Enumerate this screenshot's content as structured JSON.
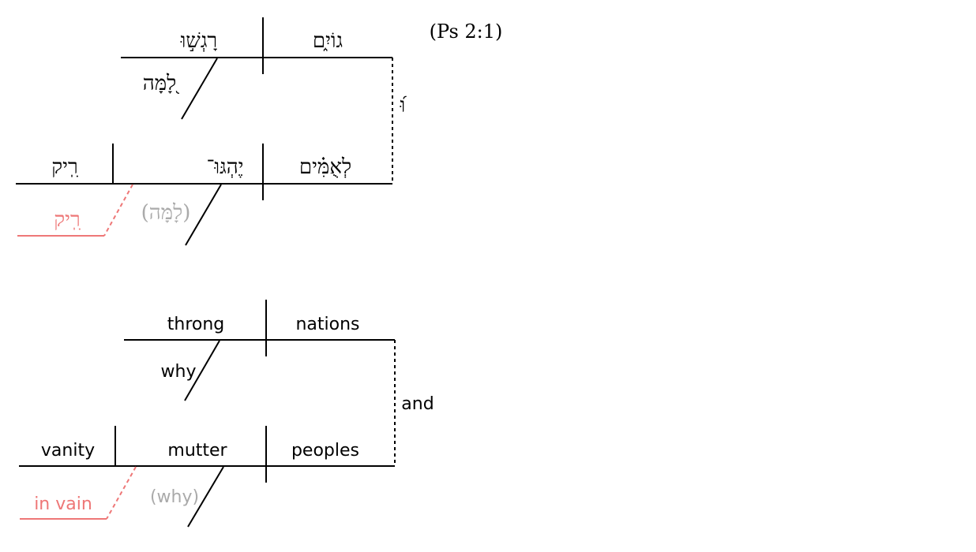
{
  "reference": "(Ps 2:1)",
  "colors": {
    "line": "#000000",
    "implied": "#ee7777",
    "elided": "#aaaaaa"
  },
  "hebrew": {
    "subject_top": "גוֹיִ֑ם",
    "verb_top": "רָגְשׁ֣וּ",
    "modifier_top": "לָ֭מָּה",
    "conjunction": "וּ֝",
    "subject_bottom": "לְאֻמִּ֗ים",
    "verb_bottom": "יֶהְגּוּ־",
    "object_bottom": "רִֽיק",
    "modifier_bottom": "(לָמָּה)",
    "adverbial_bottom": "רִֽיק"
  },
  "english": {
    "subject_top": "nations",
    "verb_top": "throng",
    "modifier_top": "why",
    "conjunction": "and",
    "subject_bottom": "peoples",
    "verb_bottom": "mutter",
    "object_bottom": "vanity",
    "modifier_bottom": "(why)",
    "adverbial_bottom": "in vain"
  }
}
